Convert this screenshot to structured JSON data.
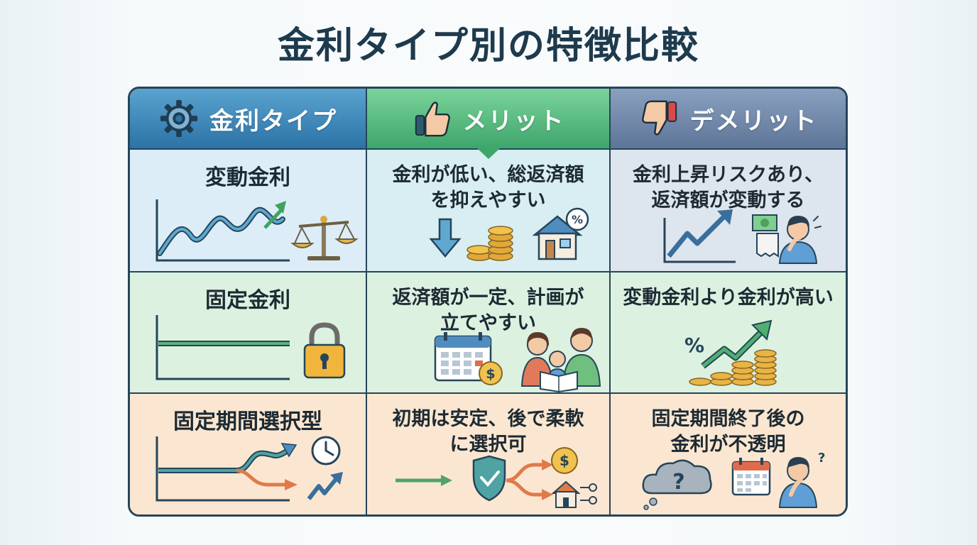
{
  "title": "金利タイプ別の特徴比較",
  "headers": {
    "type": "金利タイプ",
    "merit": "メリット",
    "demerit": "デメリット"
  },
  "rows": [
    {
      "type": "変動金利",
      "merit": [
        "金利が低い、総返済額",
        "を抑えやすい"
      ],
      "demerit": [
        "金利上昇リスクあり、",
        "返済額が変動する"
      ]
    },
    {
      "type": "固定金利",
      "merit": [
        "返済額が一定、計画が",
        "立てやすい"
      ],
      "demerit": [
        "変動金利より金利が高い"
      ]
    },
    {
      "type": "固定期間選択型",
      "merit": [
        "初期は安定、後で柔軟",
        "に選択可"
      ],
      "demerit": [
        "固定期間終了後の",
        "金利が不透明"
      ]
    }
  ],
  "icons": {
    "header_type": "gear-icon",
    "header_merit": "thumbs-up-icon",
    "header_demerit": "thumbs-down-icon",
    "row1_type": [
      "wave-line-chart-icon",
      "balance-scale-icon"
    ],
    "row1_merit": [
      "down-arrow-icon",
      "coin-stack-icon",
      "house-percent-icon"
    ],
    "row1_demerit": [
      "rising-arrow-chart-icon",
      "worried-person-bill-icon"
    ],
    "row2_type": [
      "flat-line-chart-icon",
      "padlock-icon"
    ],
    "row2_merit": [
      "calendar-icon",
      "dollar-coin-icon",
      "family-icon"
    ],
    "row2_demerit": [
      "percent-rising-arrow-icon",
      "coin-stacks-icon"
    ],
    "row3_type": [
      "branching-arrows-chart-icon",
      "clock-icon",
      "trend-arrow-icon"
    ],
    "row3_merit": [
      "arrow-shield-check-icon",
      "dollar-coin-icon",
      "house-options-icon"
    ],
    "row3_demerit": [
      "question-cloud-icon",
      "calendar-icon",
      "thinking-person-icon"
    ]
  },
  "icon_text": {
    "percent": "%",
    "dollar": "$",
    "question": "?"
  },
  "colors": {
    "title": "#1e3a4d",
    "border": "#26455a",
    "header_type": "#2c73a6",
    "header_merit": "#3ea66b",
    "header_demerit": "#5d7598",
    "row1": "#dcedf8",
    "row2": "#dcf1e0",
    "row3": "#fbe7d1"
  }
}
